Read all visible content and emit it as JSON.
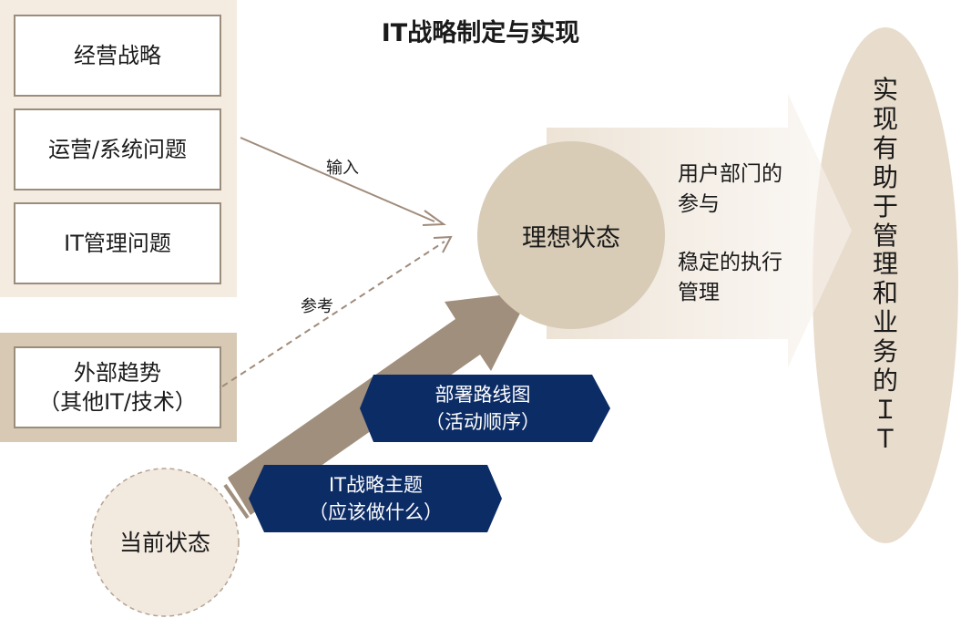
{
  "title": "IT战略制定与实现",
  "top_panel": {
    "items": [
      "经营战略",
      "运营/系统问题",
      "IT管理问题"
    ]
  },
  "bottom_panel": {
    "line1": "外部趋势",
    "line2": "（其他IT/技术）"
  },
  "arrows": {
    "input_label": "输入",
    "reference_label": "参考"
  },
  "ideal_state": "理想状态",
  "current_state": "当前状态",
  "band": {
    "line1a": "用户部门的",
    "line1b": "参与",
    "line2a": "稳定的执行",
    "line2b": "管理"
  },
  "roadmap": {
    "line1": "部署路线图",
    "line2": "（活动顺序）"
  },
  "theme": {
    "line1": "IT战略主题",
    "line2": "（应该做什么）"
  },
  "goal_text": "实现有助于管理和业务的ＩＴ",
  "colors": {
    "tan_panel": "#f4ebe1",
    "tan_dark": "#d8c9b5",
    "circle": "#d8ccb7",
    "arrow": "#a08f7c",
    "navy": "#0c2c66",
    "ellipse": "#e8dccc"
  }
}
